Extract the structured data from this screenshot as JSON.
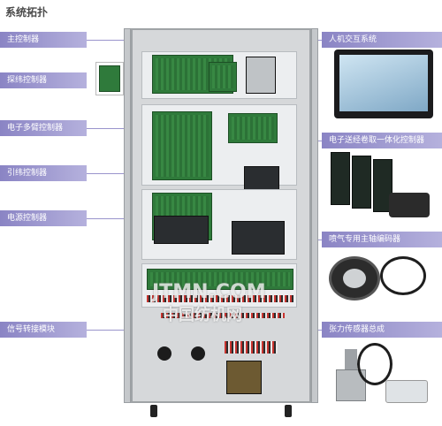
{
  "title": "系统拓扑",
  "left_labels": [
    "主控制器",
    "探纬控制器",
    "电子多臂控制器",
    "引纬控制器",
    "电源控制器",
    "信号转接模块"
  ],
  "right_labels": [
    "人机交互系统",
    "电子送经卷取一体化控制器",
    "喷气专用主轴编码器",
    "张力传感器总成"
  ],
  "watermark": {
    "en": "JTMN.COM",
    "cn": "中国纺机网"
  },
  "colors": {
    "label_bg": "#8a84c4",
    "pcb": "#2f7a3b",
    "cabinet": "#d6d8da"
  }
}
